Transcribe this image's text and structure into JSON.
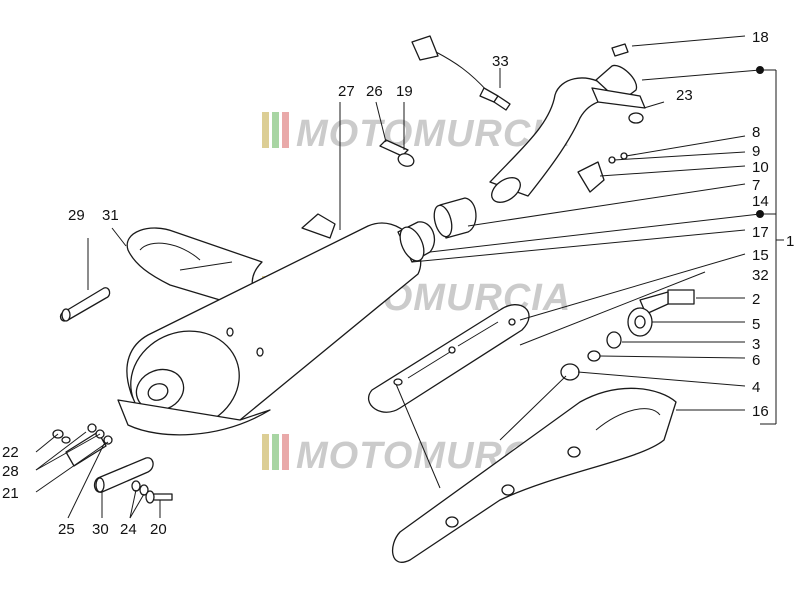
{
  "diagram": {
    "watermark": {
      "text": "MOTOMURCIA",
      "colors": [
        "#d9c98a",
        "#9fd19a",
        "#e7a0a0",
        "#c8c8c8"
      ]
    },
    "callouts": {
      "c1": "1",
      "c2": "2",
      "c3": "3",
      "c4": "4",
      "c5": "5",
      "c6": "6",
      "c7": "7",
      "c8": "8",
      "c9": "9",
      "c10": "10",
      "c14": "14",
      "c15": "15",
      "c16": "16",
      "c17": "17",
      "c18": "18",
      "c19": "19",
      "c20": "20",
      "c21": "21",
      "c22": "22",
      "c23": "23",
      "c24": "24",
      "c25": "25",
      "c26": "26",
      "c27": "27",
      "c28": "28",
      "c29": "29",
      "c30": "30",
      "c31": "31",
      "c32": "32",
      "c33": "33"
    }
  }
}
